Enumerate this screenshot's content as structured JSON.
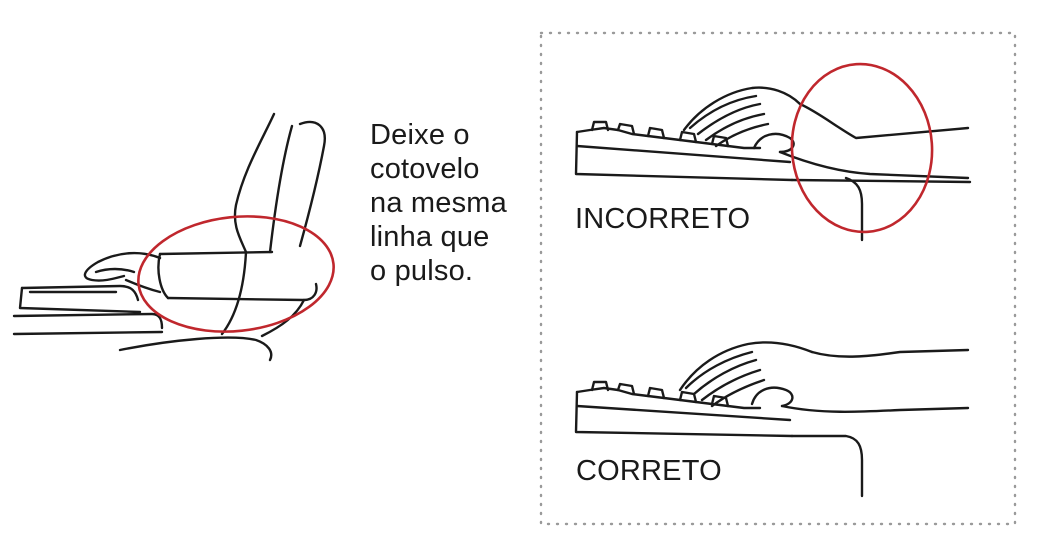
{
  "instruction": {
    "lines": [
      "Deixe o",
      "cotovelo",
      "na mesma",
      "linha que",
      "o pulso."
    ]
  },
  "panels": {
    "incorrect_label": "INCORRETO",
    "correct_label": "CORRETO"
  },
  "colors": {
    "line": "#1a1a1a",
    "highlight": "#c0272d",
    "dotted_border": "#9a9a9a",
    "background": "#ffffff"
  }
}
